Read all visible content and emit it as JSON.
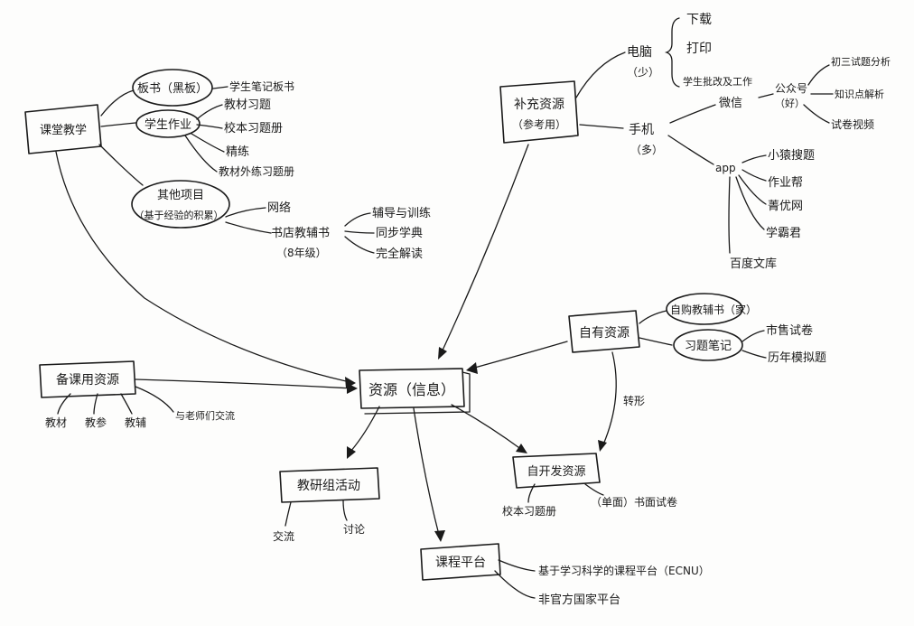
{
  "nodes": {
    "center": "资源（信息）",
    "classroom": "课堂教学",
    "blackboard": "板书（黑板）",
    "bb_child": "学生笔记板书",
    "homework": "学生作业",
    "hw_1": "教材习题",
    "hw_2": "校本习题册",
    "hw_3": "精练",
    "hw_4": "教材外练习题册",
    "other": "其他项目",
    "other_sub": "（基于经验的积累）",
    "net": "网络",
    "books": "书店教辅书",
    "books_sub": "（8年级）",
    "book_1": "辅导与训练",
    "book_2": "同步学典",
    "book_3": "完全解读",
    "supplement": "补充资源",
    "supplement_sub": "（参考用）",
    "pc": "电脑",
    "pc_sub": "（少）",
    "pc_1": "下载",
    "pc_2": "打印",
    "pc_3": "学生批改及工作",
    "phone": "手机",
    "phone_sub": "（多）",
    "wechat": "微信",
    "official": "公众号",
    "official_sub": "（好）",
    "off_1": "初三试题分析",
    "off_2": "知识点解析",
    "off_3": "试卷视频",
    "app": "app",
    "app_1": "小猿搜题",
    "app_2": "作业帮",
    "app_3": "菁优网",
    "app_4": "学霸君",
    "app_5": "百度文库",
    "own": "自有资源",
    "own_1": "自购教辅书（家）",
    "own_2": "习题笔记",
    "own_2a": "市售试卷",
    "own_2b": "历年模拟题",
    "transform": "转形",
    "dev": "自开发资源",
    "dev_1": "校本习题册",
    "dev_2": "（单面）书面试卷",
    "prep": "备课用资源",
    "prep_1": "教材",
    "prep_2": "教参",
    "prep_3": "教辅",
    "prep_4": "与老师们交流",
    "research": "教研组活动",
    "research_1": "交流",
    "research_2": "讨论",
    "platform": "课程平台",
    "plat_1": "基于学习科学的课程平台（ECNU）",
    "plat_2": "非官方国家平台"
  },
  "colors": {
    "ink": "#1a1a1a",
    "paper": "#fdfdfc"
  }
}
